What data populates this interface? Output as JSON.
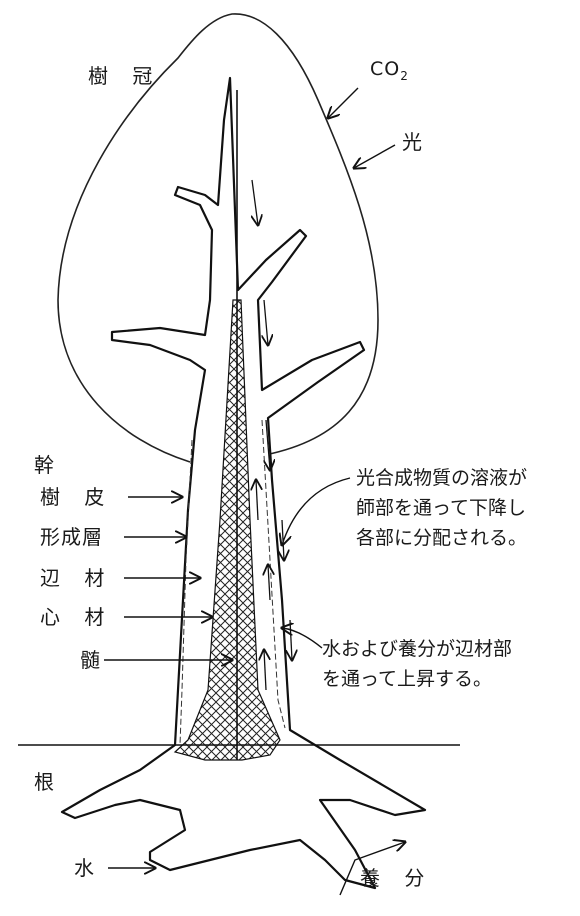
{
  "labels": {
    "crown": "樹 冠",
    "co2_prefix": "CO",
    "co2_subscript": "2",
    "light": "光",
    "trunk": "幹",
    "bark": "樹 皮",
    "cambium": "形成層",
    "sapwood": "辺 材",
    "heartwood": "心 材",
    "pith": "髄",
    "root": "根",
    "water": "水",
    "nutrients": "養 分"
  },
  "annotations": {
    "photosynthate": [
      "光合成物質の溶液が",
      "師部を通って下降し",
      "各部に分配される。"
    ],
    "water_flow": [
      "水および養分が辺材部",
      "を通って上昇する。"
    ]
  }
}
